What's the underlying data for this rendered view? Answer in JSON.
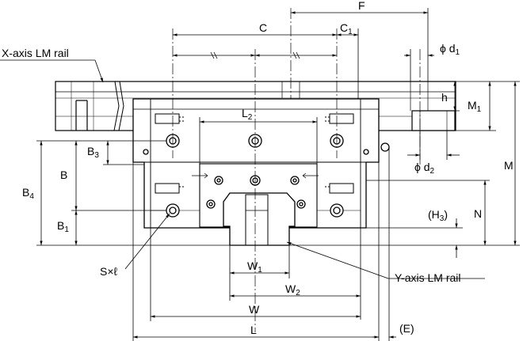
{
  "labels": {
    "x_rail": "X-axis LM rail",
    "y_rail": "Y-axis LM rail",
    "F": "F",
    "C": "C",
    "C1": "C",
    "C1_sub": "1",
    "d1": "ϕ d",
    "d1_sub": "1",
    "d2": "ϕ d",
    "d2_sub": "2",
    "h": "h",
    "M1": "M",
    "M1_sub": "1",
    "M": "M",
    "L2": "L",
    "L2_sub": "2",
    "B3": "B",
    "B3_sub": "3",
    "B": "B",
    "B4": "B",
    "B4_sub": "4",
    "B1": "B",
    "B1_sub": "1",
    "N": "N",
    "H3": "(H",
    "H3_sub": "3",
    "H3_close": ")",
    "S_l": "S×ℓ",
    "W1": "W",
    "W1_sub": "1",
    "W2": "W",
    "W2_sub": "2",
    "W": "W",
    "L": "L",
    "E": "(E)"
  }
}
